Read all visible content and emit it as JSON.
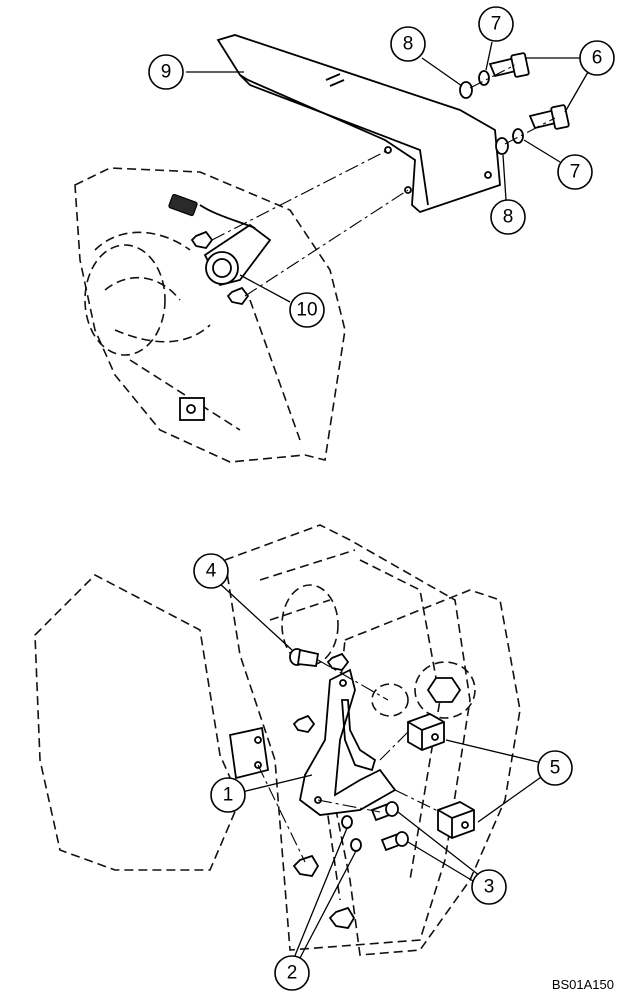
{
  "callouts": {
    "c1": "1",
    "c2": "2",
    "c3": "3",
    "c4": "4",
    "c5": "5",
    "c6": "6",
    "c7": "7",
    "c8": "8",
    "c9": "9",
    "c10": "10"
  },
  "drawing_code": "BS01A150",
  "colors": {
    "line": "#000000",
    "background": "#ffffff"
  }
}
